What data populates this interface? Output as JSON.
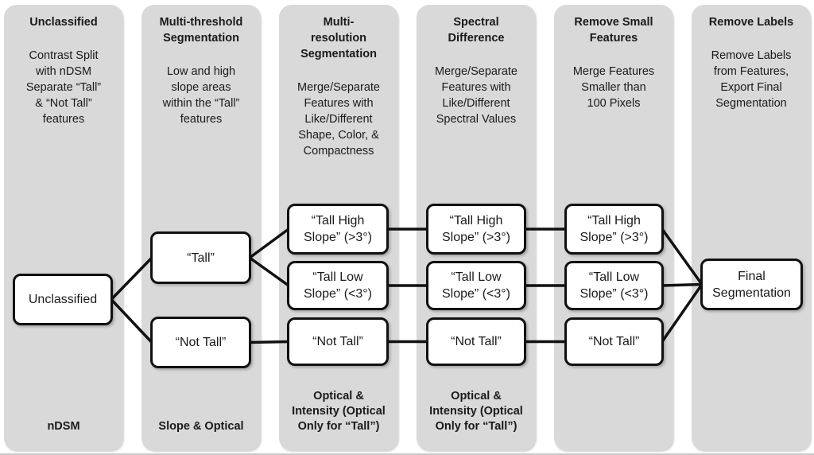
{
  "columns": [
    {
      "header": "Unclassified",
      "body": "Contrast Split\nwith nDSM\nSeparate “Tall”\n& “Not Tall”\nfeatures",
      "footer": "nDSM"
    },
    {
      "header": "Multi-threshold\nSegmentation",
      "body": "Low and high\nslope areas\nwithin the “Tall”\nfeatures",
      "footer": "Slope & Optical"
    },
    {
      "header": "Multi-\nresolution\nSegmentation",
      "body": "Merge/Separate\nFeatures with\nLike/Different\nShape, Color, &\nCompactness",
      "footer": "Optical &\nIntensity (Optical\nOnly for “Tall”)"
    },
    {
      "header": "Spectral\nDifference",
      "body": "Merge/Separate\nFeatures with\nLike/Different\nSpectral Values",
      "footer": "Optical &\nIntensity (Optical\nOnly for “Tall”)"
    },
    {
      "header": "Remove Small\nFeatures",
      "body": "Merge Features\nSmaller than\n100 Pixels",
      "footer": ""
    },
    {
      "header": "Remove Labels",
      "body": "Remove Labels\nfrom Features,\nExport Final\nSegmentation",
      "footer": ""
    }
  ],
  "nodes": {
    "n_unclassified": {
      "label": "Unclassified"
    },
    "n_tall": {
      "label": "“Tall”"
    },
    "n_nottall_2": {
      "label": "“Not Tall”"
    },
    "n_high_3": {
      "label": "“Tall High\nSlope” (>3°)"
    },
    "n_low_3": {
      "label": "“Tall Low\nSlope” (<3°)"
    },
    "n_nottall_3": {
      "label": "“Not Tall”"
    },
    "n_high_4": {
      "label": "“Tall High\nSlope” (>3°)"
    },
    "n_low_4": {
      "label": "“Tall Low\nSlope” (<3°)"
    },
    "n_nottall_4": {
      "label": "“Not Tall”"
    },
    "n_high_5": {
      "label": "“Tall High\nSlope” (>3°)"
    },
    "n_low_5": {
      "label": "“Tall Low\nSlope” (<3°)"
    },
    "n_nottall_5": {
      "label": "“Not Tall”"
    },
    "n_final": {
      "label": "Final\nSegmentation"
    }
  },
  "edges": [
    [
      "n_unclassified",
      "n_tall"
    ],
    [
      "n_unclassified",
      "n_nottall_2"
    ],
    [
      "n_tall",
      "n_high_3"
    ],
    [
      "n_tall",
      "n_low_3"
    ],
    [
      "n_nottall_2",
      "n_nottall_3"
    ],
    [
      "n_high_3",
      "n_high_4"
    ],
    [
      "n_low_3",
      "n_low_4"
    ],
    [
      "n_nottall_3",
      "n_nottall_4"
    ],
    [
      "n_high_4",
      "n_high_5"
    ],
    [
      "n_low_4",
      "n_low_5"
    ],
    [
      "n_nottall_4",
      "n_nottall_5"
    ],
    [
      "n_high_5",
      "n_final"
    ],
    [
      "n_low_5",
      "n_final"
    ],
    [
      "n_nottall_5",
      "n_final"
    ]
  ],
  "colors": {
    "column_bg": "#d9d9d9",
    "node_bg": "#ffffff",
    "node_border": "#111111",
    "line": "#111111",
    "text": "#1a1a1a"
  }
}
